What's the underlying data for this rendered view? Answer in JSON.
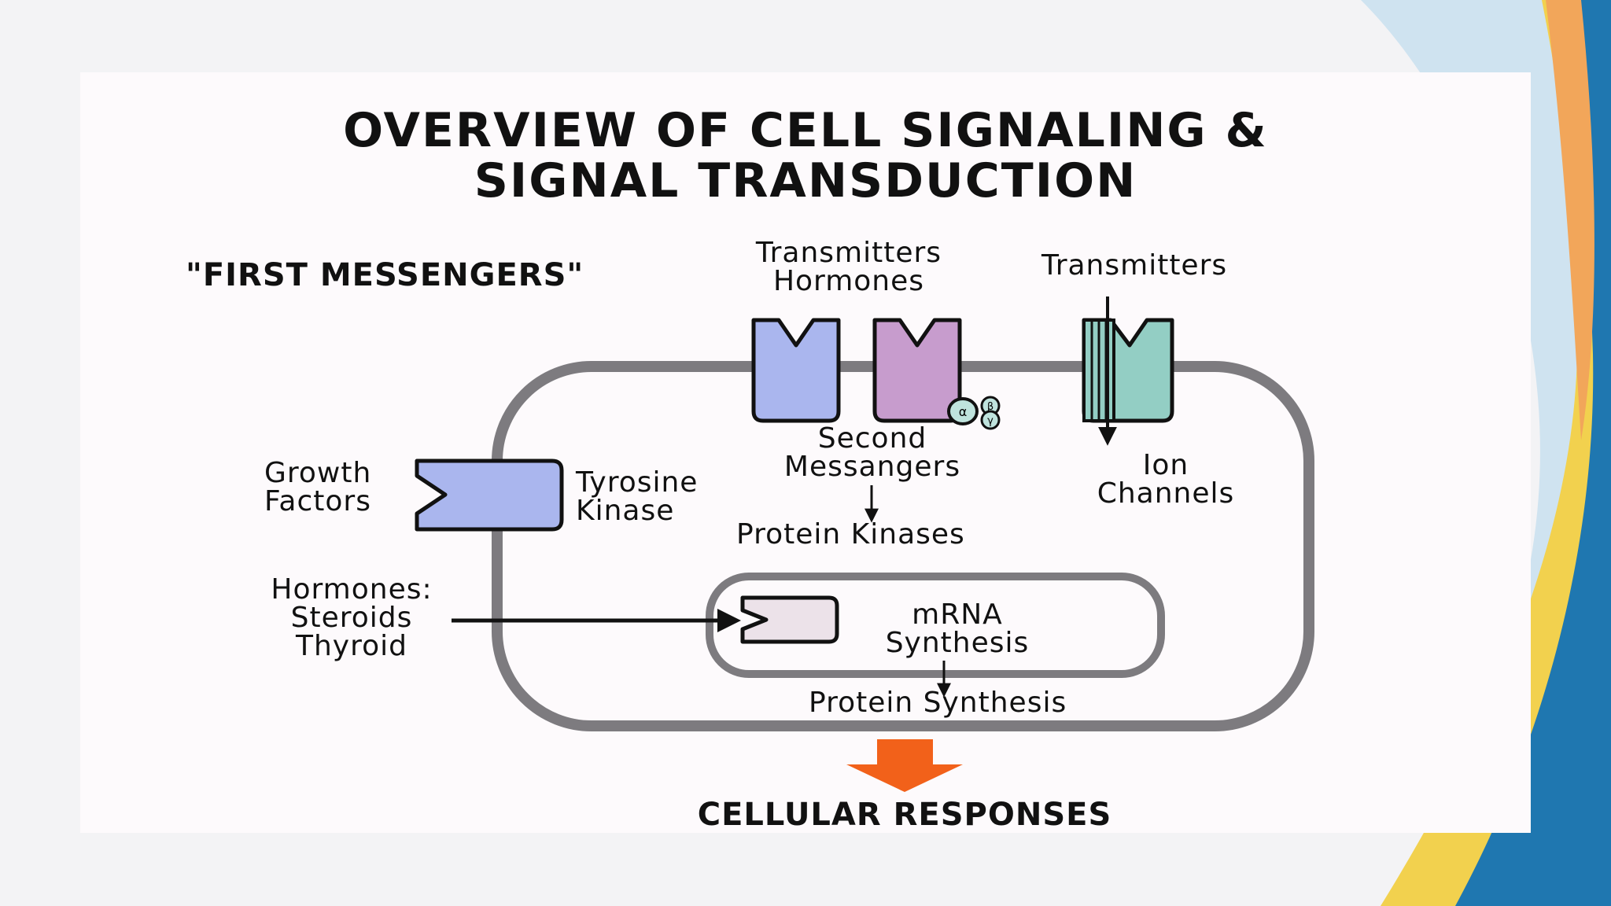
{
  "slide": {
    "title": "OVERVIEW OF CELL SIGNALING &\nSIGNAL TRANSDUCTION",
    "first_messengers": "\"FIRST MESSENGERS\"",
    "cellular_responses": "CELLULAR RESPONSES"
  },
  "diagram": {
    "labels": {
      "transmitters_hormones": "Transmitters\nHormones",
      "transmitters": "Transmitters",
      "growth_factors": "Growth\nFactors",
      "tyrosine_kinase": "Tyrosine\nKinase",
      "second_messengers": "Second\nMessangers",
      "ion_channels": "Ion\nChannels",
      "protein_kinases": "Protein Kinases",
      "hormones_steroids": "Hormones:\nSteroids\nThyroid",
      "mrna_synthesis": "mRNA\nSynthesis",
      "protein_synthesis": "Protein Synthesis"
    },
    "g_protein_subunits": [
      "α",
      "β",
      "γ"
    ]
  },
  "colors": {
    "membrane": "#7d7b7f",
    "receptor_blue": "#aab6ee",
    "receptor_purple": "#c79ccd",
    "receptor_teal": "#93cec4",
    "nuclear_receptor": "#ece2e9",
    "output_arrow": "#f2611a",
    "accent_blue": "#1f77b0",
    "accent_yellow": "#f2d14e"
  }
}
